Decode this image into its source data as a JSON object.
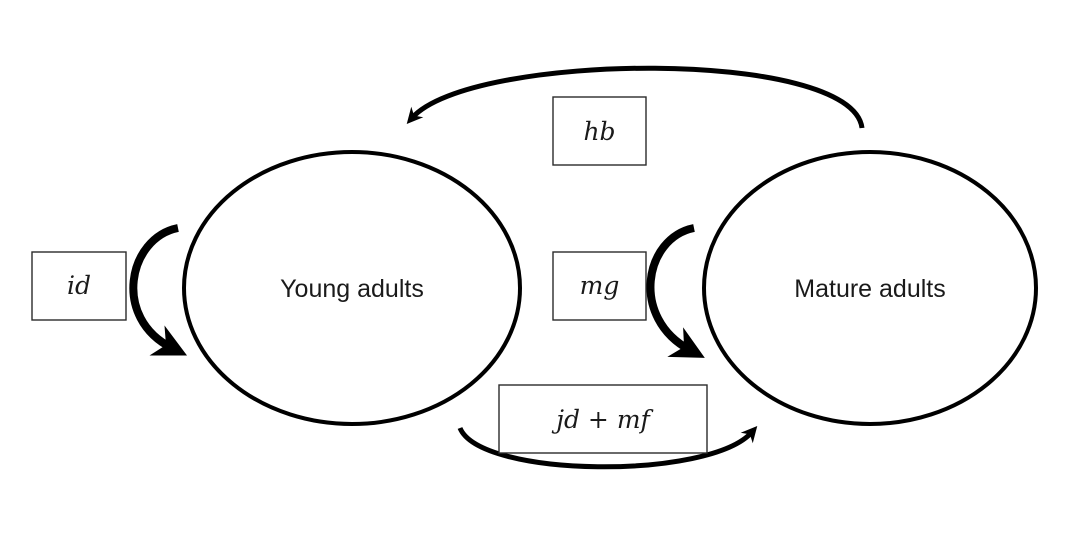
{
  "nodes": {
    "young": {
      "label": "Young adults"
    },
    "mature": {
      "label": "Mature adults"
    }
  },
  "rates": {
    "hb": "hb",
    "id": "id",
    "mg": "mg",
    "jd_mf": "jd + mf"
  },
  "colors": {
    "stroke": "#000000",
    "text": "#1a1a1a",
    "background": "#ffffff"
  }
}
